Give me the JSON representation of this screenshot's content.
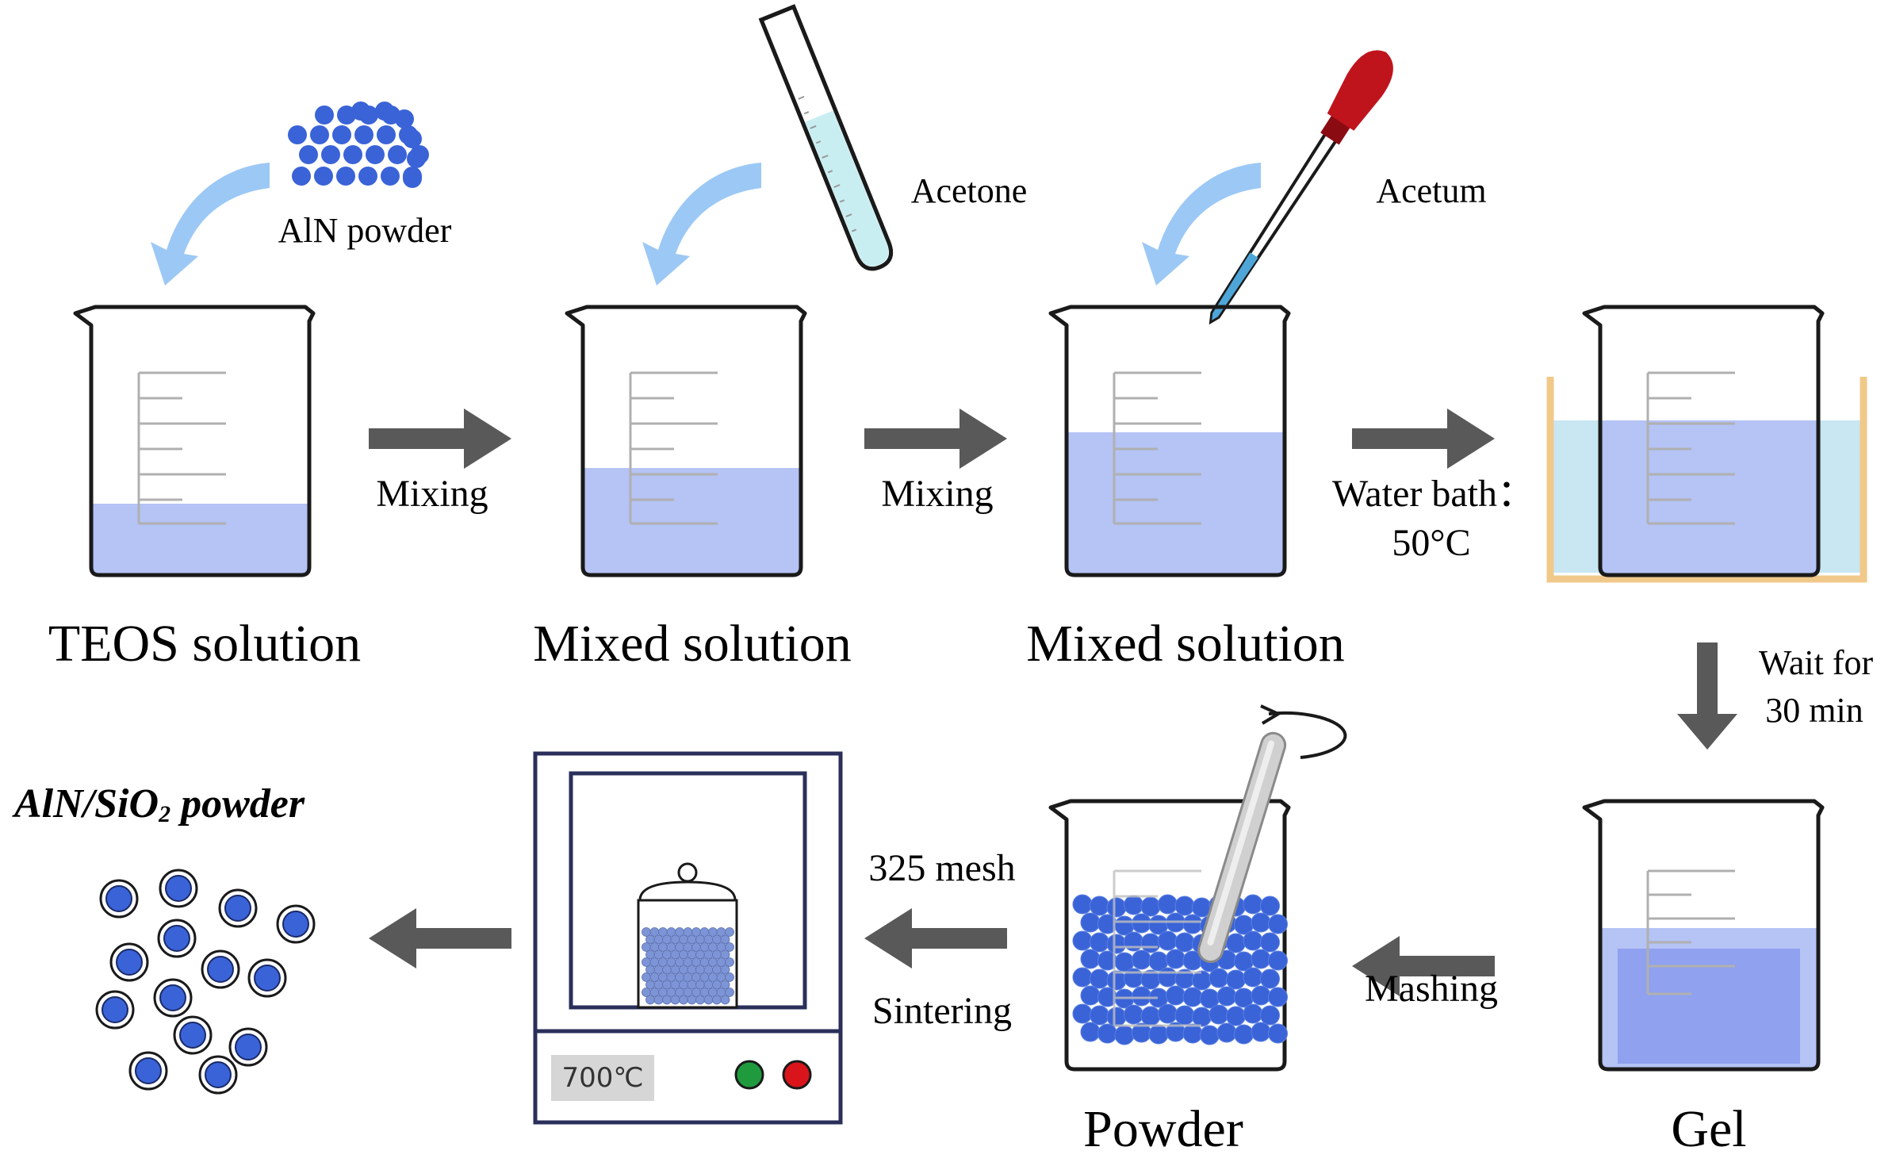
{
  "labels": {
    "aln_powder": "AlN powder",
    "acetone": "Acetone",
    "acetum": "Acetum",
    "teos_solution": "TEOS solution",
    "mixed_solution_1": "Mixed solution",
    "mixed_solution_2": "Mixed solution",
    "mixing_1": "Mixing",
    "mixing_2": "Mixing",
    "water_bath_line1": "Water bath：",
    "water_bath_line2": "50°C",
    "wait_line1": "Wait for",
    "wait_line2": "30 min",
    "gel": "Gel",
    "mashing": "Mashing",
    "powder": "Powder",
    "mesh": "325 mesh",
    "sintering": "Sintering",
    "furnace_display": "700℃",
    "product_title": "AlN/SiO",
    "product_subscript": "2",
    "product_suffix": " powder"
  },
  "colors": {
    "liquid": "#b5c3f5",
    "gel": "#8fa1ef",
    "particle": "#3a63d8",
    "particle_outline": "#1a2a66",
    "arrow": "#595959",
    "curved_arrow": "#9cc8f5",
    "water_bath": "#c9e6f3",
    "water_bath_frame": "#f0c98a",
    "dropper_bulb": "#c0141c",
    "button_green": "#1f9b3e",
    "button_red": "#d9151b"
  },
  "icons": [
    "beaker-icon",
    "test-tube-icon",
    "dropper-icon",
    "curved-arrow-icon",
    "block-arrow-icon",
    "furnace-icon",
    "stirring-rod-icon",
    "rotation-icon",
    "particle-icon"
  ]
}
